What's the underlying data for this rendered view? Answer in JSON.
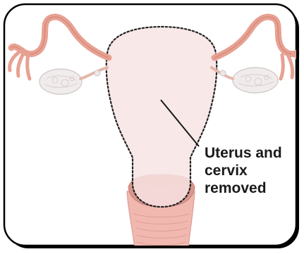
{
  "diagram": {
    "label_lines": [
      "Uterus and",
      "cervix",
      "removed"
    ],
    "colors": {
      "frame_border": "#000000",
      "frame_shadow": "#000000",
      "uterus_fill": "#f8e4e4",
      "outline_dotted": "#222222",
      "tube": "#e7a192",
      "tube_dark": "#c9735f",
      "ovary": "#f1ecec",
      "ovary_shade": "#d9cfcf",
      "vagina": "#f1b8b0",
      "vagina_inner": "#d68f86",
      "leader_line": "#1a1a1a"
    }
  }
}
